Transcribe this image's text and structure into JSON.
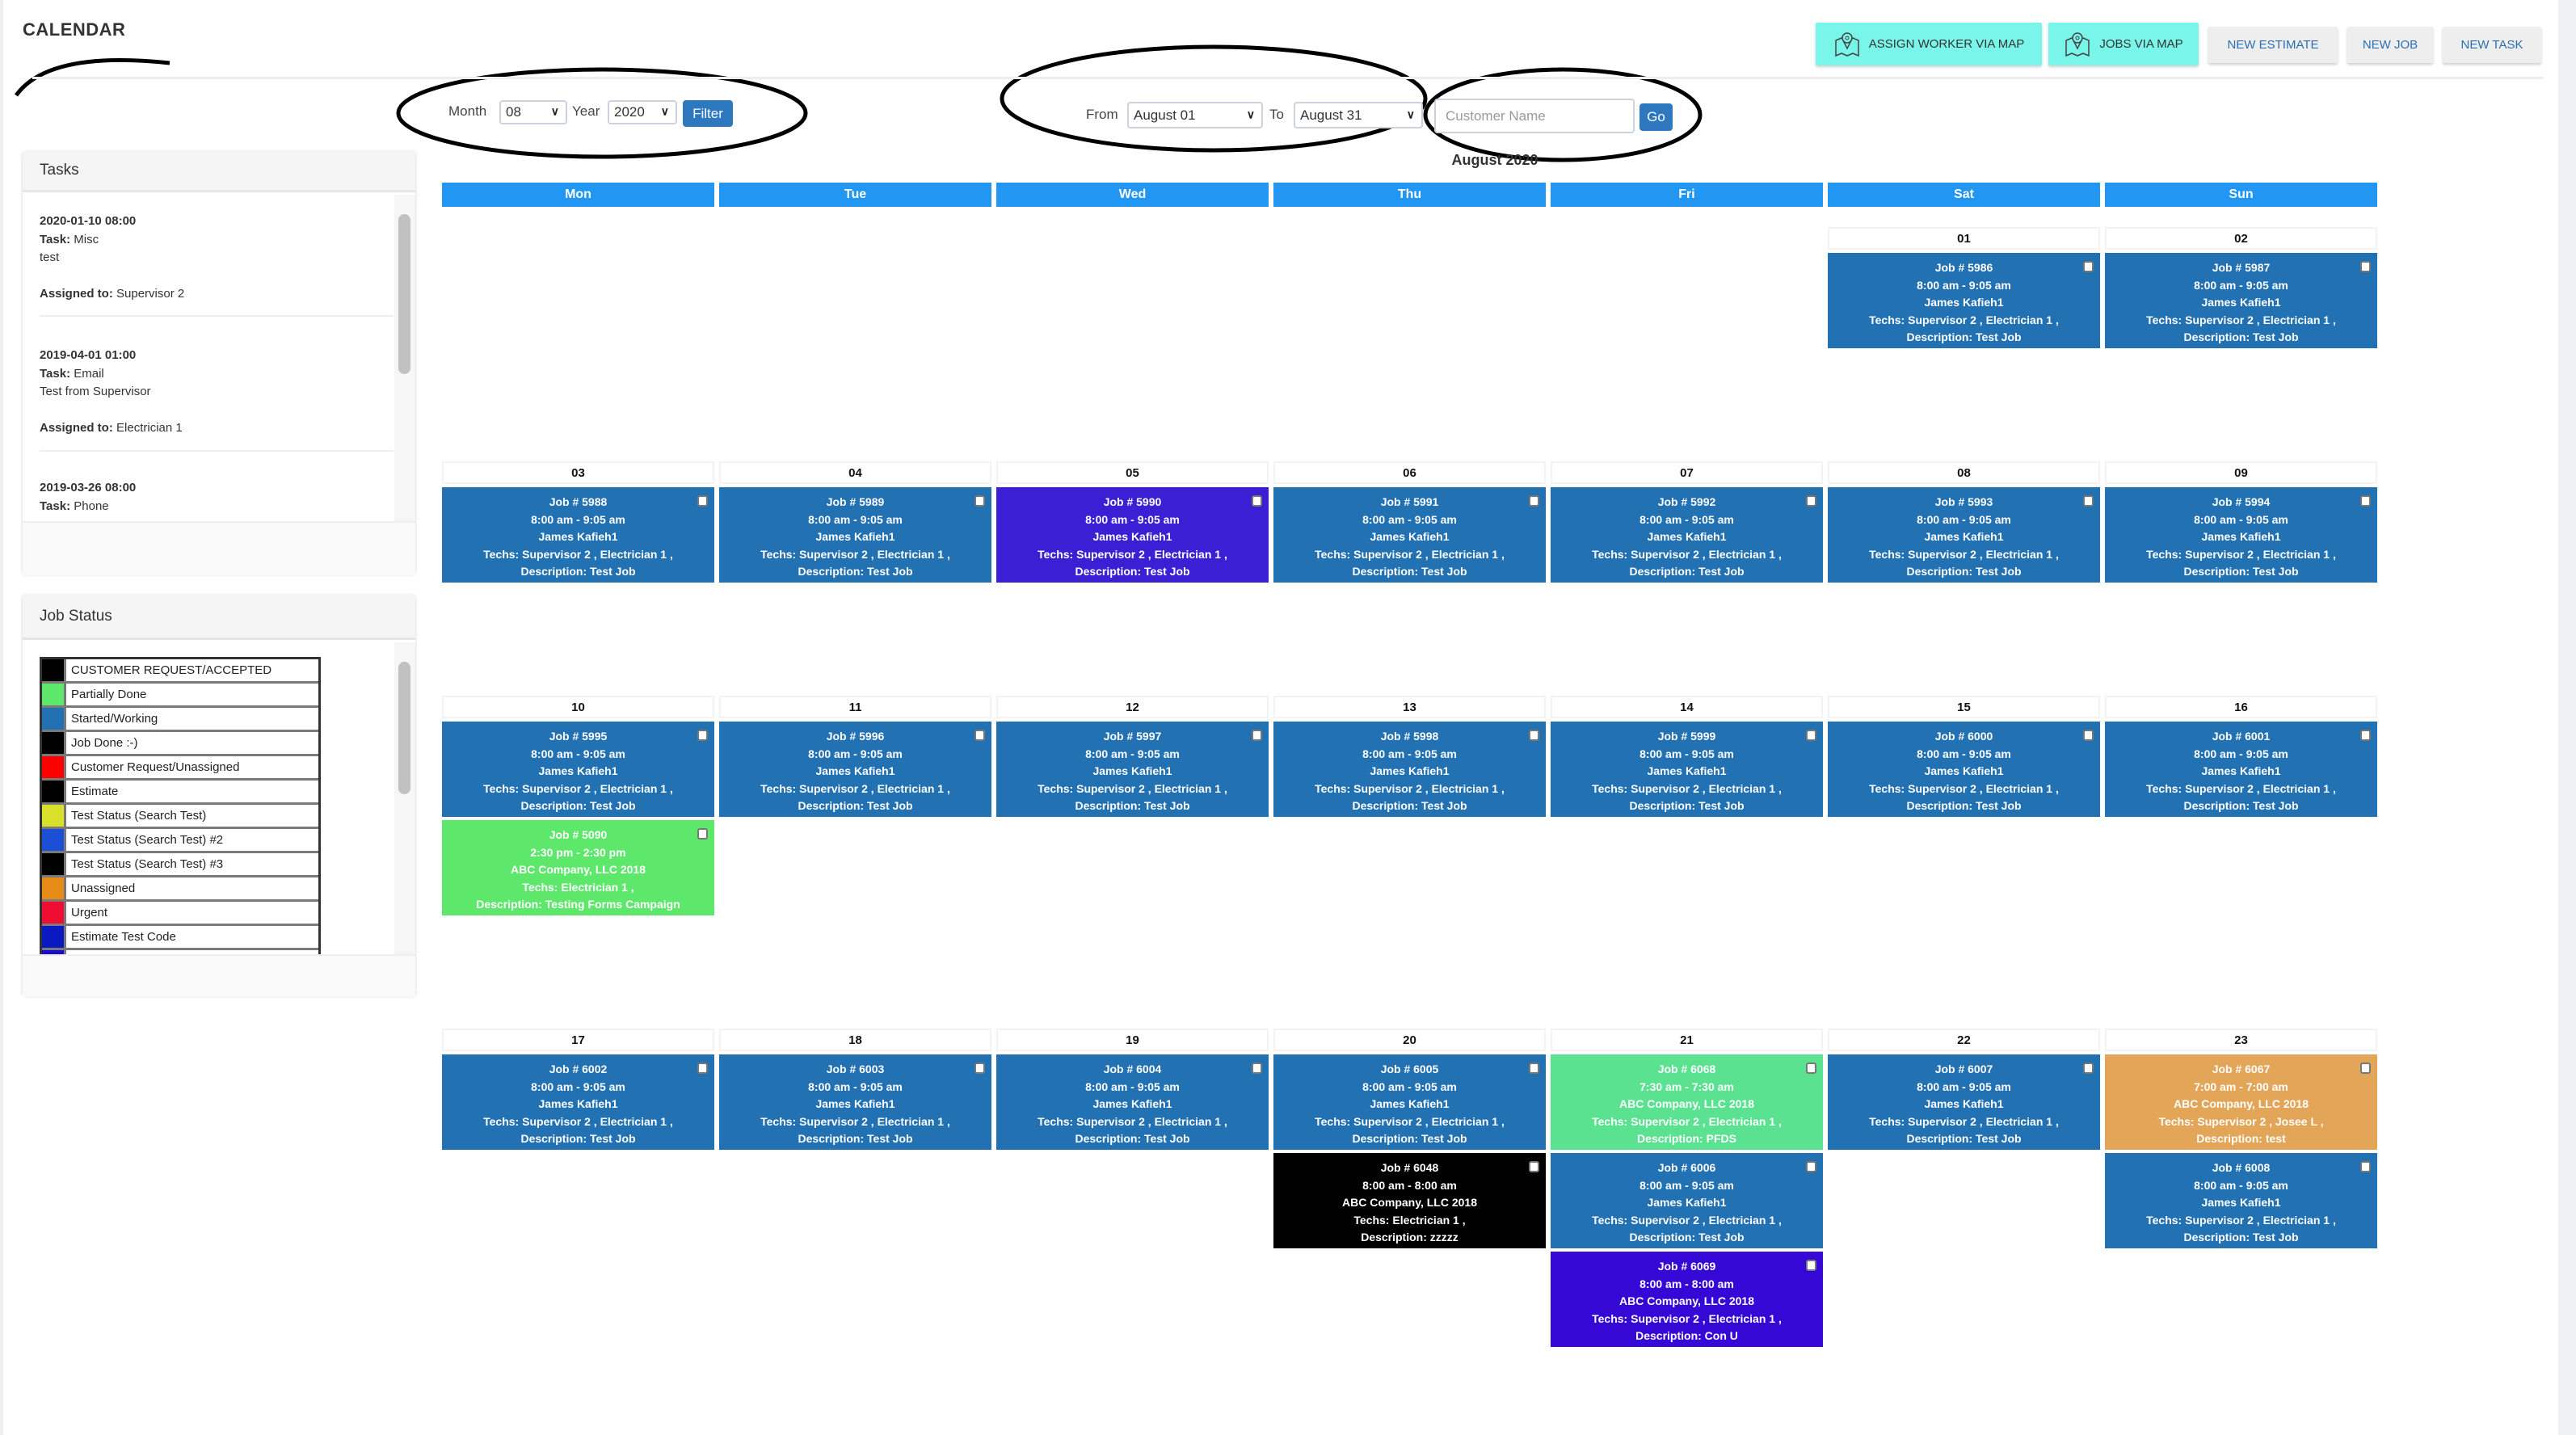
{
  "header": {
    "title": "CALENDAR",
    "buttons": {
      "assign_worker": "ASSIGN WORKER VIA MAP",
      "jobs_via_map": "JOBS VIA MAP",
      "new_estimate": "NEW ESTIMATE",
      "new_job": "NEW JOB",
      "new_task": "NEW TASK"
    }
  },
  "filters": {
    "month_label": "Month",
    "month_value": "08",
    "year_label": "Year",
    "year_value": "2020",
    "filter_button": "Filter",
    "from_label": "From",
    "from_value": "August 01",
    "to_label": "To",
    "to_value": "August 31",
    "customer_placeholder": "Customer Name",
    "go_button": "Go"
  },
  "tasks_panel": {
    "title": "Tasks",
    "items": [
      {
        "datetime": "2020-01-10 08:00",
        "task_label": "Task:",
        "task": "Misc",
        "note": "test",
        "assigned_label": "Assigned to:",
        "assigned": "Supervisor 2"
      },
      {
        "datetime": "2019-04-01 01:00",
        "task_label": "Task:",
        "task": "Email",
        "note": "Test from Supervisor",
        "assigned_label": "Assigned to:",
        "assigned": "Electrician 1"
      },
      {
        "datetime": "2019-03-26 08:00",
        "task_label": "Task:",
        "task": "Phone"
      }
    ]
  },
  "job_status_panel": {
    "title": "Job Status",
    "statuses": [
      {
        "label": "CUSTOMER REQUEST/ACCEPTED",
        "color": "#000000"
      },
      {
        "label": "Partially Done",
        "color": "#5de86b"
      },
      {
        "label": "Started/Working",
        "color": "#2271b3"
      },
      {
        "label": "Job Done :-)",
        "color": "#000000"
      },
      {
        "label": "Customer Request/Unassigned",
        "color": "#ff0000"
      },
      {
        "label": "Estimate",
        "color": "#000000"
      },
      {
        "label": "Test Status (Search Test)",
        "color": "#d9e02a"
      },
      {
        "label": "Test Status (Search Test) #2",
        "color": "#1a4fd6"
      },
      {
        "label": "Test Status (Search Test) #3",
        "color": "#000000"
      },
      {
        "label": "Unassigned",
        "color": "#e68a18"
      },
      {
        "label": "Urgent",
        "color": "#f00d32"
      },
      {
        "label": "Estimate Test Code",
        "color": "#0a1ac0"
      },
      {
        "label": "",
        "color": "#1a0acc"
      }
    ]
  },
  "calendar": {
    "month_title": "August 2020",
    "days": [
      "Mon",
      "Tue",
      "Wed",
      "Thu",
      "Fri",
      "Sat",
      "Sun"
    ],
    "colors": {
      "header": "#2196f3",
      "started": "#2271b3",
      "partial": "#5de86b",
      "partial2": "#5ae290",
      "black": "#000000",
      "purple": "#3a1fd4",
      "violet": "#3508d6",
      "orange": "#e3a557"
    },
    "weeks": [
      [
        {
          "date": null,
          "jobs": []
        },
        {
          "date": null,
          "jobs": []
        },
        {
          "date": null,
          "jobs": []
        },
        {
          "date": null,
          "jobs": []
        },
        {
          "date": null,
          "jobs": []
        },
        {
          "date": "01",
          "jobs": [
            {
              "number": "Job # 5986",
              "time": "8:00 am - 9:05 am",
              "customer": "James Kafieh1",
              "techs": "Techs: Supervisor 2 , Electrician 1 ,",
              "description": "Description: Test Job",
              "color": "#2271b3"
            }
          ]
        },
        {
          "date": "02",
          "jobs": [
            {
              "number": "Job # 5987",
              "time": "8:00 am - 9:05 am",
              "customer": "James Kafieh1",
              "techs": "Techs: Supervisor 2 , Electrician 1 ,",
              "description": "Description: Test Job",
              "color": "#2271b3"
            }
          ]
        }
      ],
      [
        {
          "date": "03",
          "jobs": [
            {
              "number": "Job # 5988",
              "time": "8:00 am - 9:05 am",
              "customer": "James Kafieh1",
              "techs": "Techs: Supervisor 2 , Electrician 1 ,",
              "description": "Description: Test Job",
              "color": "#2271b3"
            }
          ]
        },
        {
          "date": "04",
          "jobs": [
            {
              "number": "Job # 5989",
              "time": "8:00 am - 9:05 am",
              "customer": "James Kafieh1",
              "techs": "Techs: Supervisor 2 , Electrician 1 ,",
              "description": "Description: Test Job",
              "color": "#2271b3"
            }
          ]
        },
        {
          "date": "05",
          "jobs": [
            {
              "number": "Job # 5990",
              "time": "8:00 am - 9:05 am",
              "customer": "James Kafieh1",
              "techs": "Techs: Supervisor 2 , Electrician 1 ,",
              "description": "Description: Test Job",
              "color": "#3a1fd4"
            }
          ]
        },
        {
          "date": "06",
          "jobs": [
            {
              "number": "Job # 5991",
              "time": "8:00 am - 9:05 am",
              "customer": "James Kafieh1",
              "techs": "Techs: Supervisor 2 , Electrician 1 ,",
              "description": "Description: Test Job",
              "color": "#2271b3"
            }
          ]
        },
        {
          "date": "07",
          "jobs": [
            {
              "number": "Job # 5992",
              "time": "8:00 am - 9:05 am",
              "customer": "James Kafieh1",
              "techs": "Techs: Supervisor 2 , Electrician 1 ,",
              "description": "Description: Test Job",
              "color": "#2271b3"
            }
          ]
        },
        {
          "date": "08",
          "jobs": [
            {
              "number": "Job # 5993",
              "time": "8:00 am - 9:05 am",
              "customer": "James Kafieh1",
              "techs": "Techs: Supervisor 2 , Electrician 1 ,",
              "description": "Description: Test Job",
              "color": "#2271b3"
            }
          ]
        },
        {
          "date": "09",
          "jobs": [
            {
              "number": "Job # 5994",
              "time": "8:00 am - 9:05 am",
              "customer": "James Kafieh1",
              "techs": "Techs: Supervisor 2 , Electrician 1 ,",
              "description": "Description: Test Job",
              "color": "#2271b3"
            }
          ]
        }
      ],
      [
        {
          "date": "10",
          "jobs": [
            {
              "number": "Job # 5995",
              "time": "8:00 am - 9:05 am",
              "customer": "James Kafieh1",
              "techs": "Techs: Supervisor 2 , Electrician 1 ,",
              "description": "Description: Test Job",
              "color": "#2271b3"
            },
            {
              "number": "Job # 5090",
              "time": "2:30 pm - 2:30 pm",
              "customer": "ABC Company, LLC 2018",
              "techs": "Techs: Electrician 1 ,",
              "description": "Description: Testing Forms Campaign",
              "color": "#5de86b"
            }
          ]
        },
        {
          "date": "11",
          "jobs": [
            {
              "number": "Job # 5996",
              "time": "8:00 am - 9:05 am",
              "customer": "James Kafieh1",
              "techs": "Techs: Supervisor 2 , Electrician 1 ,",
              "description": "Description: Test Job",
              "color": "#2271b3"
            }
          ]
        },
        {
          "date": "12",
          "jobs": [
            {
              "number": "Job # 5997",
              "time": "8:00 am - 9:05 am",
              "customer": "James Kafieh1",
              "techs": "Techs: Supervisor 2 , Electrician 1 ,",
              "description": "Description: Test Job",
              "color": "#2271b3"
            }
          ]
        },
        {
          "date": "13",
          "jobs": [
            {
              "number": "Job # 5998",
              "time": "8:00 am - 9:05 am",
              "customer": "James Kafieh1",
              "techs": "Techs: Supervisor 2 , Electrician 1 ,",
              "description": "Description: Test Job",
              "color": "#2271b3"
            }
          ]
        },
        {
          "date": "14",
          "jobs": [
            {
              "number": "Job # 5999",
              "time": "8:00 am - 9:05 am",
              "customer": "James Kafieh1",
              "techs": "Techs: Supervisor 2 , Electrician 1 ,",
              "description": "Description: Test Job",
              "color": "#2271b3"
            }
          ]
        },
        {
          "date": "15",
          "jobs": [
            {
              "number": "Job # 6000",
              "time": "8:00 am - 9:05 am",
              "customer": "James Kafieh1",
              "techs": "Techs: Supervisor 2 , Electrician 1 ,",
              "description": "Description: Test Job",
              "color": "#2271b3"
            }
          ]
        },
        {
          "date": "16",
          "jobs": [
            {
              "number": "Job # 6001",
              "time": "8:00 am - 9:05 am",
              "customer": "James Kafieh1",
              "techs": "Techs: Supervisor 2 , Electrician 1 ,",
              "description": "Description: Test Job",
              "color": "#2271b3"
            }
          ]
        }
      ],
      [
        {
          "date": "17",
          "jobs": [
            {
              "number": "Job # 6002",
              "time": "8:00 am - 9:05 am",
              "customer": "James Kafieh1",
              "techs": "Techs: Supervisor 2 , Electrician 1 ,",
              "description": "Description: Test Job",
              "color": "#2271b3"
            }
          ]
        },
        {
          "date": "18",
          "jobs": [
            {
              "number": "Job # 6003",
              "time": "8:00 am - 9:05 am",
              "customer": "James Kafieh1",
              "techs": "Techs: Supervisor 2 , Electrician 1 ,",
              "description": "Description: Test Job",
              "color": "#2271b3"
            }
          ]
        },
        {
          "date": "19",
          "jobs": [
            {
              "number": "Job # 6004",
              "time": "8:00 am - 9:05 am",
              "customer": "James Kafieh1",
              "techs": "Techs: Supervisor 2 , Electrician 1 ,",
              "description": "Description: Test Job",
              "color": "#2271b3"
            }
          ]
        },
        {
          "date": "20",
          "jobs": [
            {
              "number": "Job # 6005",
              "time": "8:00 am - 9:05 am",
              "customer": "James Kafieh1",
              "techs": "Techs: Supervisor 2 , Electrician 1 ,",
              "description": "Description: Test Job",
              "color": "#2271b3"
            },
            {
              "number": "Job # 6048",
              "time": "8:00 am - 8:00 am",
              "customer": "ABC Company, LLC 2018",
              "techs": "Techs: Electrician 1 ,",
              "description": "Description: zzzzz",
              "color": "#000000"
            }
          ]
        },
        {
          "date": "21",
          "jobs": [
            {
              "number": "Job # 6068",
              "time": "7:30 am - 7:30 am",
              "customer": "ABC Company, LLC 2018",
              "techs": "Techs: Supervisor 2 , Electrician 1 ,",
              "description": "Description: PFDS",
              "color": "#5ae290"
            },
            {
              "number": "Job # 6006",
              "time": "8:00 am - 9:05 am",
              "customer": "James Kafieh1",
              "techs": "Techs: Supervisor 2 , Electrician 1 ,",
              "description": "Description: Test Job",
              "color": "#2271b3"
            },
            {
              "number": "Job # 6069",
              "time": "8:00 am - 8:00 am",
              "customer": "ABC Company, LLC 2018",
              "techs": "Techs: Supervisor 2 , Electrician 1 ,",
              "description": "Description: Con U",
              "color": "#3508d6"
            }
          ]
        },
        {
          "date": "22",
          "jobs": [
            {
              "number": "Job # 6007",
              "time": "8:00 am - 9:05 am",
              "customer": "James Kafieh1",
              "techs": "Techs: Supervisor 2 , Electrician 1 ,",
              "description": "Description: Test Job",
              "color": "#2271b3"
            }
          ]
        },
        {
          "date": "23",
          "jobs": [
            {
              "number": "Job # 6067",
              "time": "7:00 am - 7:00 am",
              "customer": "ABC Company, LLC 2018",
              "techs": "Techs: Supervisor 2 , Josee L ,",
              "description": "Description: test",
              "color": "#e3a557"
            },
            {
              "number": "Job # 6008",
              "time": "8:00 am - 9:05 am",
              "customer": "James Kafieh1",
              "techs": "Techs: Supervisor 2 , Electrician 1 ,",
              "description": "Description: Test Job",
              "color": "#2271b3"
            }
          ]
        }
      ]
    ]
  }
}
